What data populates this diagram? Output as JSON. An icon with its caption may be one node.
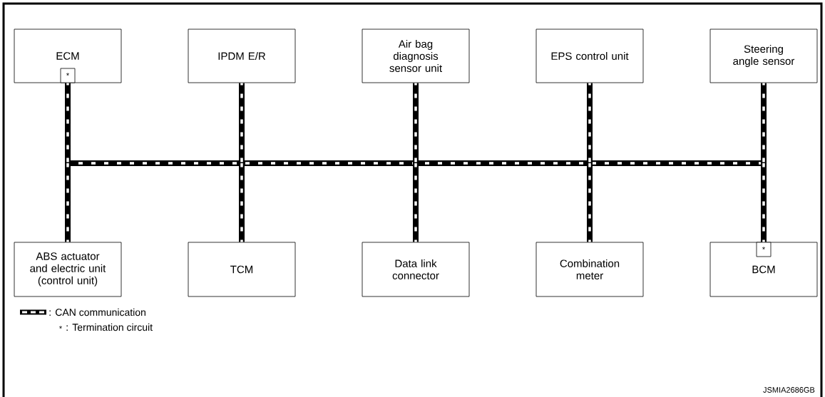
{
  "diagram": {
    "nodes": [
      {
        "text": [
          "ECM"
        ]
      },
      {
        "text": [
          "*"
        ],
        "in": 0
      },
      {
        "text": [
          "IPDM E/R"
        ]
      },
      {
        "text": [
          "Air bag diagnosis sensor unit"
        ]
      },
      {
        "text": [
          "EPS control unit"
        ]
      },
      {
        "text": [
          "Steering angle sensor"
        ]
      },
      {
        "text": [],
        "shape": "bar"
      },
      {
        "text": [
          "ABS actuator and electric unit (control unit)"
        ]
      },
      {
        "text": [
          "TCM"
        ]
      },
      {
        "text": [
          "Data link connector"
        ]
      },
      {
        "text": [
          "Combination meter"
        ]
      },
      {
        "text": [
          "BCM"
        ]
      },
      {
        "text": [
          "*"
        ],
        "in": 11
      }
    ],
    "edges": [
      {
        "from": 1,
        "to": 6,
        "arrow": "none"
      },
      {
        "from": 2,
        "to": 6,
        "arrow": "none"
      },
      {
        "from": 3,
        "to": 6,
        "arrow": "none"
      },
      {
        "from": 4,
        "to": 6,
        "arrow": "none"
      },
      {
        "from": 5,
        "to": 6,
        "arrow": "none"
      },
      {
        "from": 7,
        "to": 6,
        "arrow": "none"
      },
      {
        "from": 8,
        "to": 6,
        "arrow": "none"
      },
      {
        "from": 9,
        "to": 6,
        "arrow": "none"
      },
      {
        "from": 10,
        "to": 6,
        "arrow": "none"
      },
      {
        "from": 12,
        "to": 6,
        "arrow": "none"
      }
    ],
    "labels": [
      "*",
      "JSMIA2686GB"
    ],
    "legend": [
      {
        "text": ": CAN communication"
      },
      {
        "text": ": Termination circuit"
      }
    ]
  }
}
